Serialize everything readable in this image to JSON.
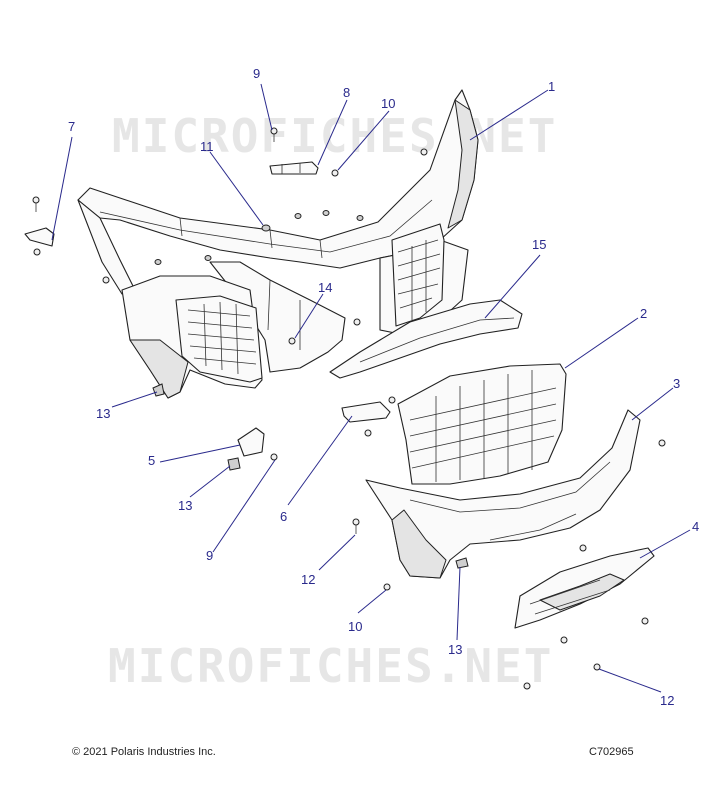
{
  "watermark": "MICROFICHES.NET",
  "footer": {
    "copyright": "© 2021 Polaris Industries Inc.",
    "figure_code": "C702965"
  },
  "callouts": {
    "c1": "1",
    "c2": "2",
    "c3": "3",
    "c4": "4",
    "c5": "5",
    "c6": "6",
    "c7": "7",
    "c8": "8",
    "c9a": "9",
    "c9b": "9",
    "c10a": "10",
    "c10b": "10",
    "c11": "11",
    "c12a": "12",
    "c12b": "12",
    "c13a": "13",
    "c13b": "13",
    "c13c": "13",
    "c14": "14",
    "c15": "15"
  },
  "colors": {
    "callout": "#2a2a8c",
    "line": "#222222",
    "watermark": "#e6e6e6"
  }
}
